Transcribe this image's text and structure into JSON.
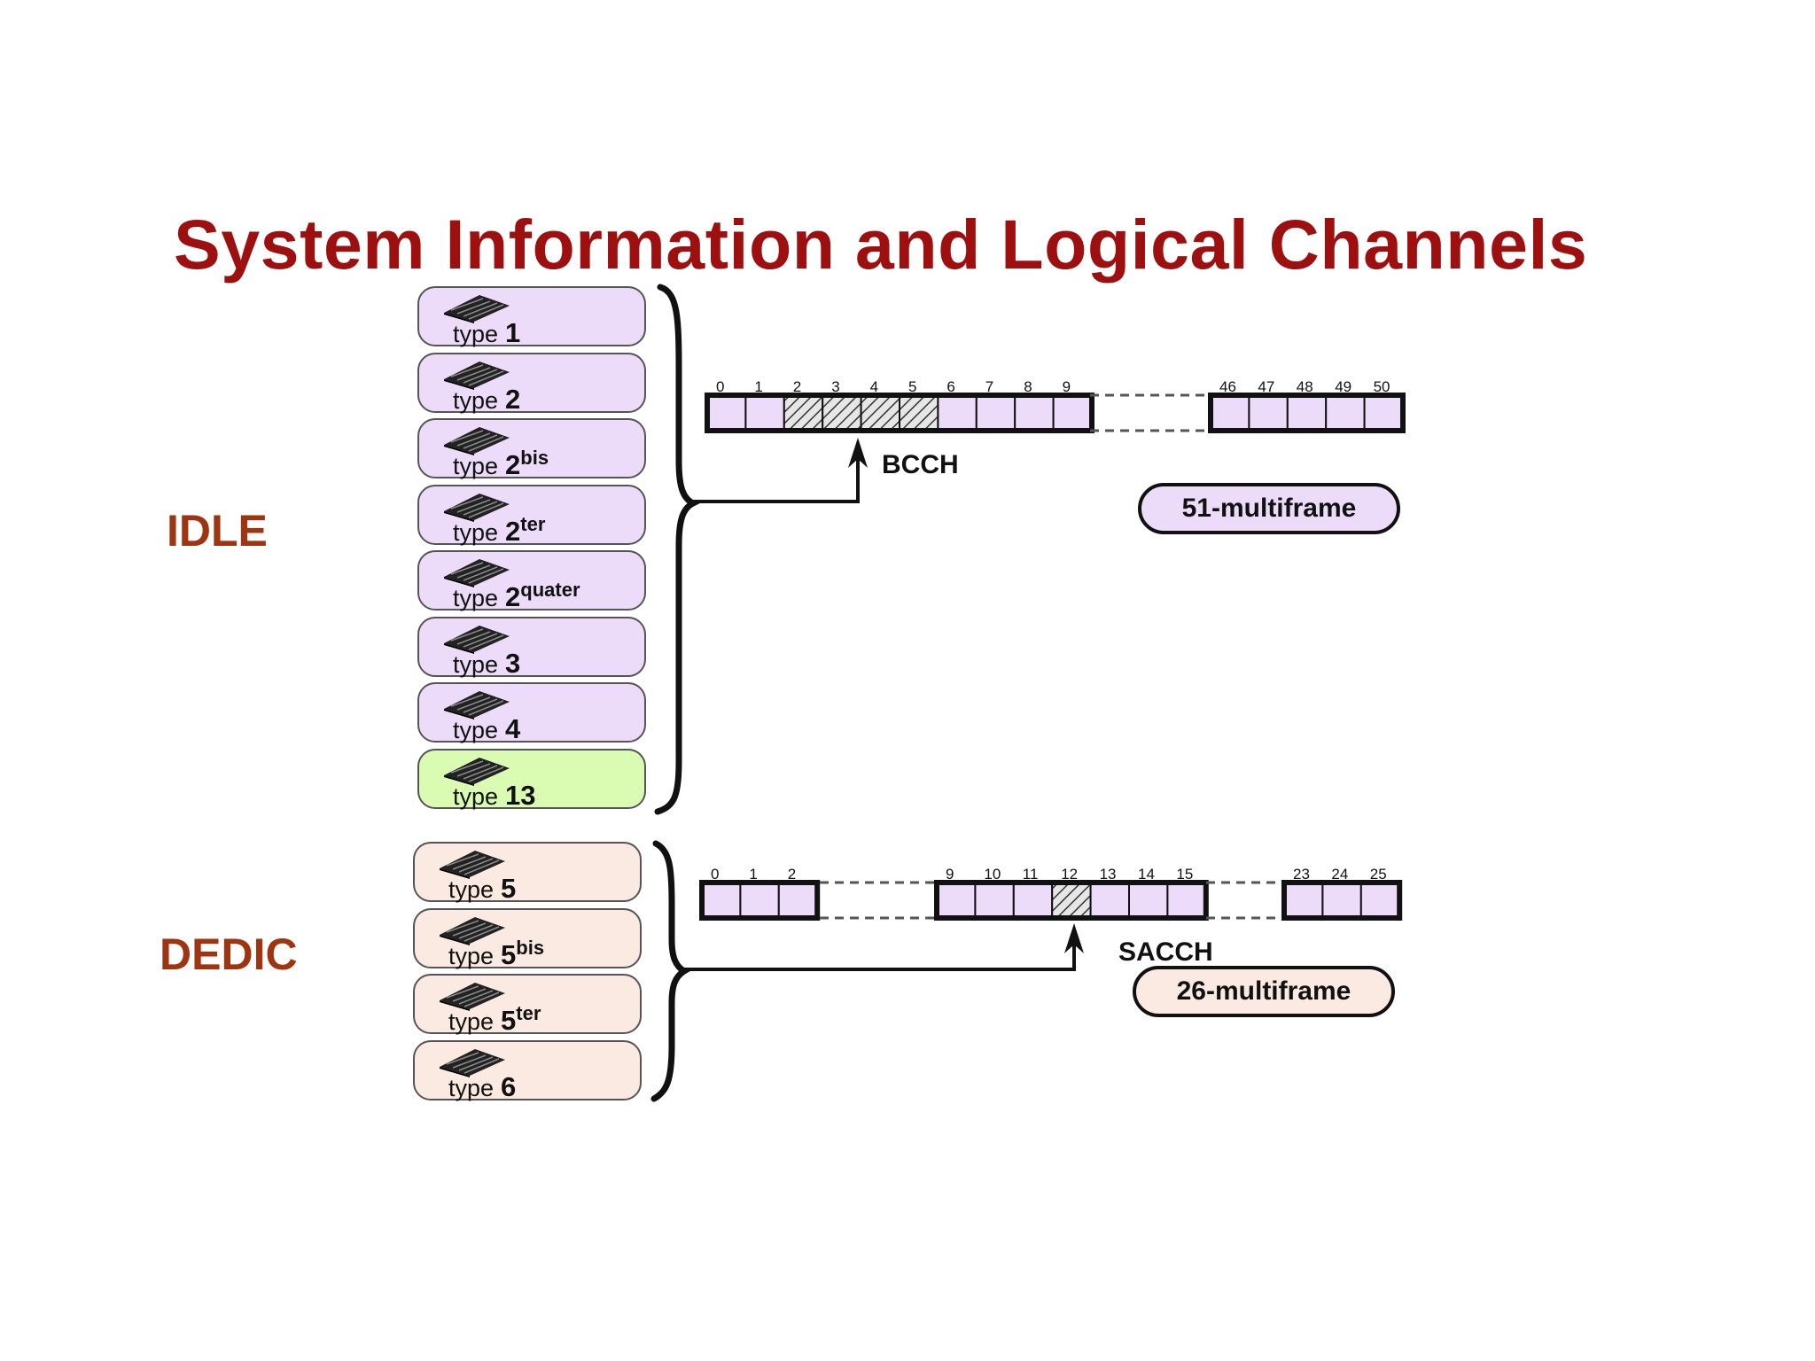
{
  "title": "System Information and Logical Channels",
  "states": {
    "idle": "IDLE",
    "dedicated": "DEDIC"
  },
  "idle_messages": [
    {
      "word": "type",
      "number": "1",
      "sup": ""
    },
    {
      "word": "type",
      "number": "2",
      "sup": ""
    },
    {
      "word": "type",
      "number": "2",
      "sup": "bis"
    },
    {
      "word": "type",
      "number": "2",
      "sup": "ter"
    },
    {
      "word": "type",
      "number": "2",
      "sup": "quater"
    },
    {
      "word": "type",
      "number": "3",
      "sup": ""
    },
    {
      "word": "type",
      "number": "4",
      "sup": ""
    },
    {
      "word": "type",
      "number": "13",
      "sup": ""
    }
  ],
  "dedicated_messages": [
    {
      "word": "type",
      "number": "5",
      "sup": ""
    },
    {
      "word": "type",
      "number": "5",
      "sup": "bis"
    },
    {
      "word": "type",
      "number": "5",
      "sup": "ter"
    },
    {
      "word": "type",
      "number": "6",
      "sup": ""
    }
  ],
  "bcch_frame": {
    "channel_label": "BCCH",
    "multiframe_label": "51-multiframe",
    "slot_numbers_left": [
      "0",
      "1",
      "2",
      "3",
      "4",
      "5",
      "6",
      "7",
      "8",
      "9"
    ],
    "slot_numbers_right": [
      "46",
      "47",
      "48",
      "49",
      "50"
    ],
    "highlighted_slots": [
      "2",
      "3",
      "4",
      "5"
    ]
  },
  "sacch_frame": {
    "channel_label": "SACCH",
    "multiframe_label": "26-multiframe",
    "slot_numbers_a": [
      "0",
      "1",
      "2"
    ],
    "slot_numbers_b": [
      "9",
      "10",
      "11",
      "12",
      "13",
      "14",
      "15"
    ],
    "slot_numbers_c": [
      "23",
      "24",
      "25"
    ],
    "highlighted_slots": [
      "12"
    ]
  },
  "colors": {
    "title": "#9e1010",
    "state_labels": "#9e3410",
    "idle_fill": "#ecdcfa",
    "selected_fill": "#dafcb2",
    "dedicated_fill": "#fbeae2"
  },
  "icons": {
    "message_icon": "keyboard-icon"
  }
}
